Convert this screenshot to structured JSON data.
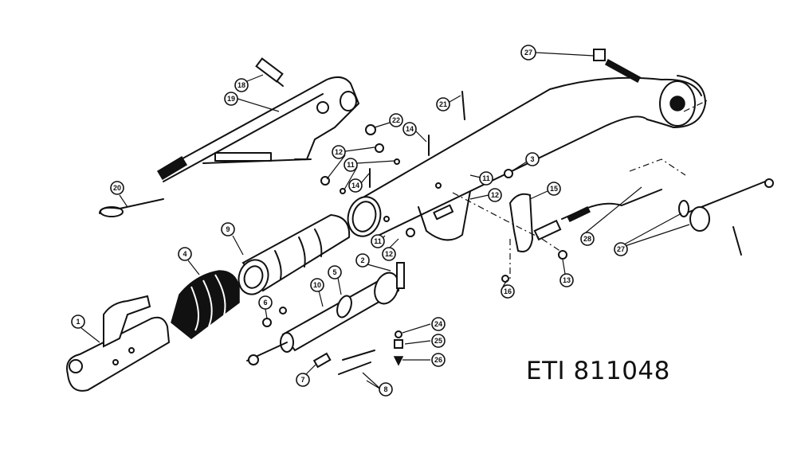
{
  "diagram_title": "ETI 811048",
  "callouts": [
    "27",
    "18",
    "19",
    "21",
    "22",
    "14",
    "3",
    "12",
    "11",
    "14",
    "11",
    "12",
    "15",
    "20",
    "9",
    "4",
    "1",
    "11",
    "12",
    "2",
    "28",
    "27",
    "13",
    "16",
    "5",
    "10",
    "6",
    "7",
    "8",
    "24",
    "25",
    "26"
  ]
}
